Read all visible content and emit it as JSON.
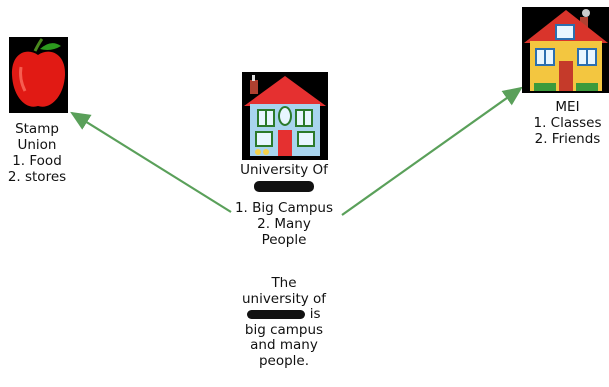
{
  "nodes": {
    "apple": {
      "icon": "apple-icon",
      "lines": [
        "Stamp",
        "Union",
        "1. Food",
        "2. stores"
      ]
    },
    "university": {
      "icon": "house-icon",
      "title_line1": "University Of",
      "lines": [
        "1. Big Campus",
        "2. Many",
        "People"
      ]
    },
    "mei": {
      "icon": "house-icon",
      "lines": [
        "MEI",
        "1. Classes",
        "2. Friends"
      ]
    }
  },
  "note": {
    "line1": "The",
    "line2": "university of",
    "line3_suffix": "is",
    "lines_after": [
      "big campus",
      "and many",
      "people."
    ]
  },
  "colors": {
    "arrow": "#5aa05a",
    "apple_red": "#e11a14",
    "house_roof_left": "#e53030",
    "house_wall_left": "#a8d4ee",
    "house_roof_right": "#d9342b",
    "house_wall_right": "#f3c640"
  }
}
